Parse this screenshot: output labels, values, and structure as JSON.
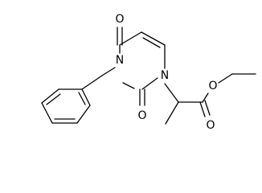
{
  "atom_labels": {
    "o_top": "O",
    "n3": "N",
    "n1": "N",
    "o_mid": "O",
    "o_ester": "O",
    "o_carbonyl": "O"
  }
}
